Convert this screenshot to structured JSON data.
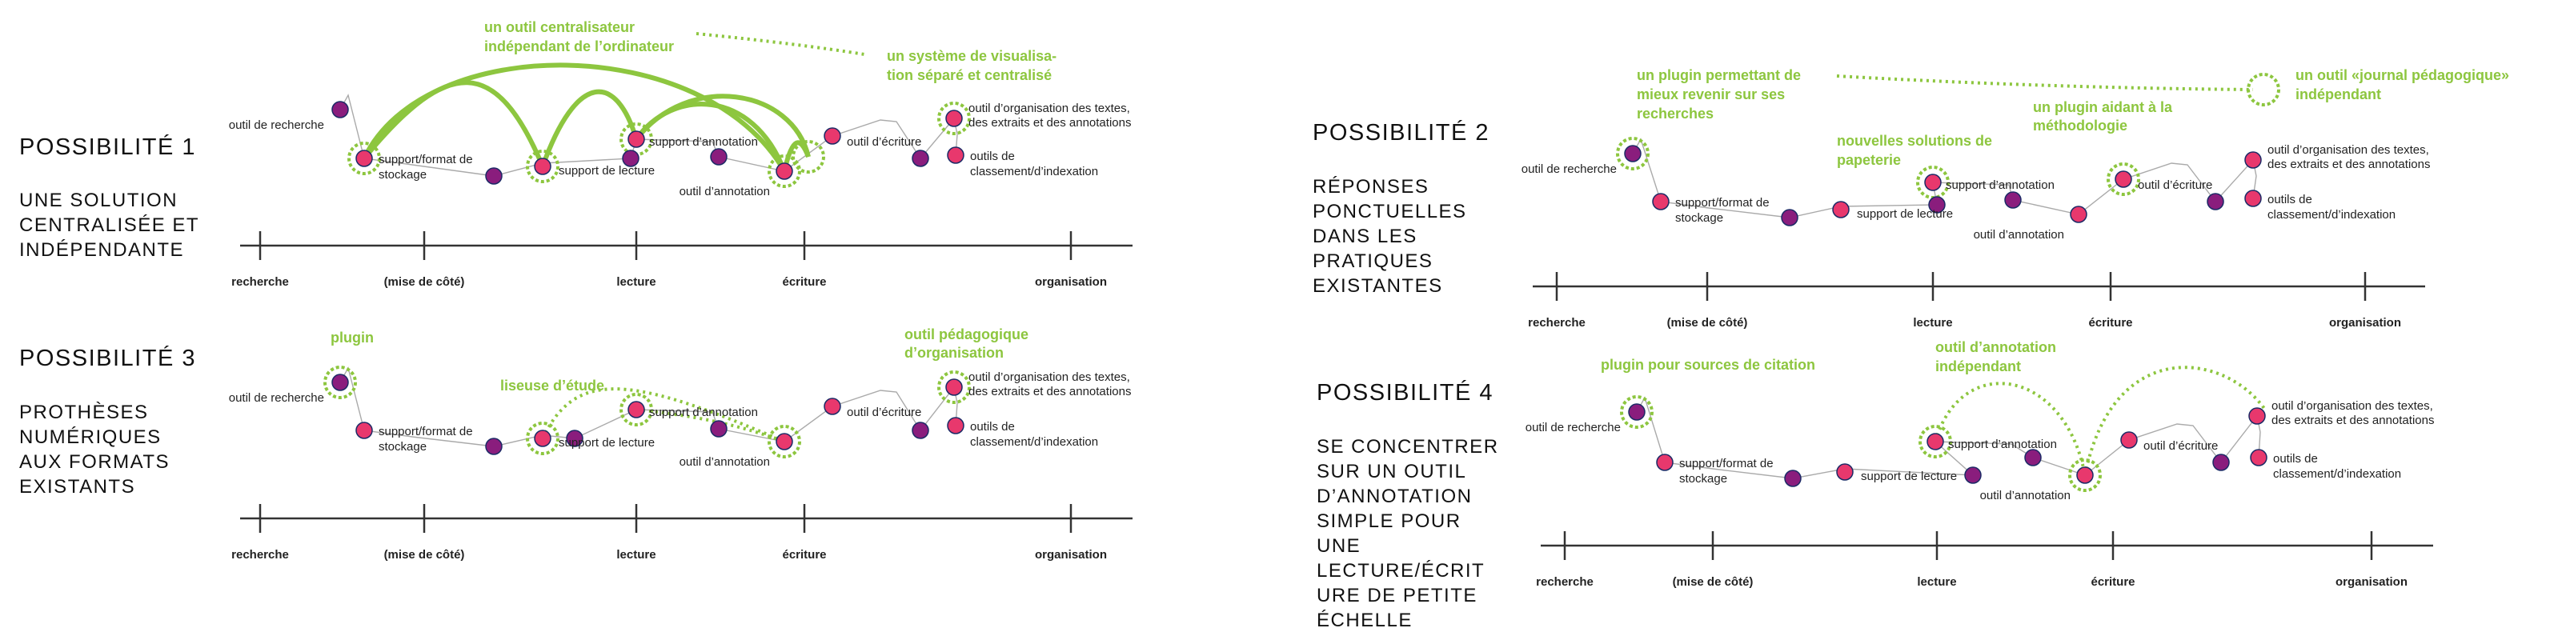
{
  "panels": [
    {
      "title": "POSSIBILITÉ 1",
      "subtitle": [
        "UNE SOLUTION",
        "CENTRALISÉE ET",
        "INDÉPENDANTE"
      ],
      "annotations": [
        "un outil centralisateur",
        "indépendant de l’ordinateur",
        "un système de visualisa-",
        "tion séparé et centralisé"
      ]
    },
    {
      "title": "POSSIBILITÉ 2",
      "subtitle": [
        "RÉPONSES",
        "PONCTUELLES",
        "DANS LES",
        "PRATIQUES",
        "EXISTANTES"
      ],
      "annotations": [
        "un plugin permettant de",
        "mieux revenir sur ses",
        "recherches",
        "un plugin aidant à la",
        "méthodologie",
        "un outil «journal pédagogique»",
        "indépendant",
        "nouvelles solutions de",
        "papeterie"
      ]
    },
    {
      "title": "POSSIBILITÉ 3",
      "subtitle": [
        "PROTHÈSES",
        "NUMÉRIQUES",
        "AUX FORMATS",
        "EXISTANTS"
      ],
      "annotations": [
        "plugin",
        "liseuse d’étude",
        "outil pédagogique",
        "d’organisation"
      ]
    },
    {
      "title": "POSSIBILITÉ 4",
      "subtitle": [
        "SE CONCENTRER",
        "SUR UN OUTIL",
        "D’ANNOTATION",
        "SIMPLE POUR",
        "UNE",
        "LECTURE/ÉCRIT",
        "URE DE PETITE",
        "ÉCHELLE"
      ],
      "annotations": [
        "plugin pour sources de citation",
        "outil d’annotation",
        "indépendant"
      ]
    }
  ],
  "node_labels": {
    "recherche": "outil de recherche",
    "stockage_1": "support/format de",
    "stockage_2": "stockage",
    "lecture": "support de lecture",
    "annotation_support": "support d’annotation",
    "annotation_outil": "outil d’annotation",
    "ecriture": "outil d’écriture",
    "organisation_1": "outil d’organisation des textes,",
    "organisation_2": "des extraits et des annotations",
    "classement_1": "outils de",
    "classement_2": "classement/d’indexation"
  },
  "axis_labels": [
    "recherche",
    "(mise de côté)",
    "lecture",
    "écriture",
    "organisation"
  ],
  "colors": {
    "accent_green": "#8dc63f",
    "node_pink": "#e8386d",
    "node_purple": "#8a1d7d",
    "node_outline": "#1c2a66"
  }
}
